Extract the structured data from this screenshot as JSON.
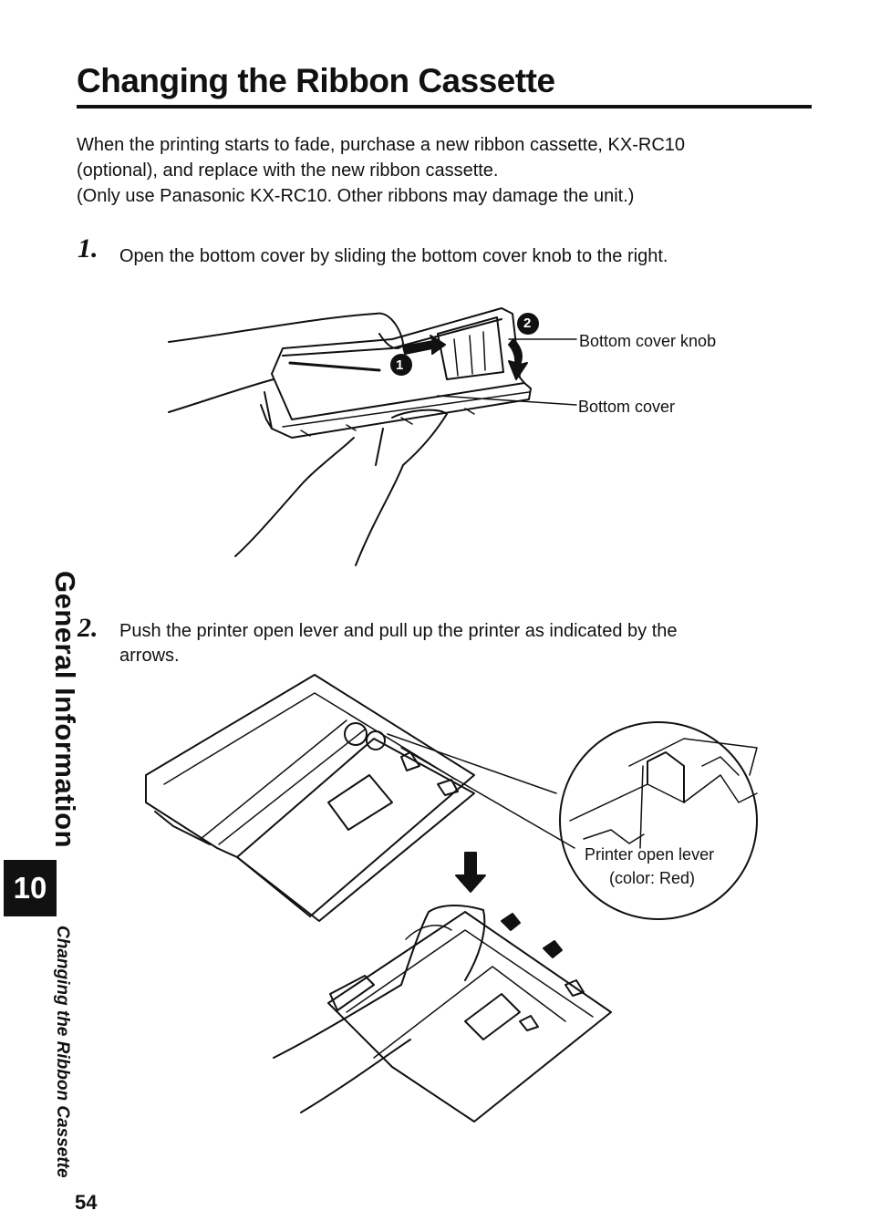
{
  "title": "Changing the Ribbon Cassette",
  "intro": {
    "line1": "When the printing starts to fade, purchase a new ribbon cassette, KX-RC10",
    "line2": "(optional), and replace with the new ribbon cassette.",
    "line3": "(Only use Panasonic KX-RC10. Other ribbons may damage the unit.)"
  },
  "step1": {
    "number": "1.",
    "text": "Open the bottom cover by sliding the bottom cover knob to the right.",
    "callout_knob": "Bottom cover knob",
    "callout_cover": "Bottom cover",
    "marker1": "1",
    "marker2": "2"
  },
  "step2": {
    "number": "2.",
    "line1": "Push the printer open lever and pull up the printer as indicated by the",
    "line2": "arrows.",
    "callout_lever": "Printer open lever",
    "callout_color": "(color:  Red)"
  },
  "side": {
    "section": "General Information",
    "chapter": "10",
    "subtitle_line1": "Changing the Ribbon",
    "subtitle_line2": "Cassette"
  },
  "page_number": "54"
}
